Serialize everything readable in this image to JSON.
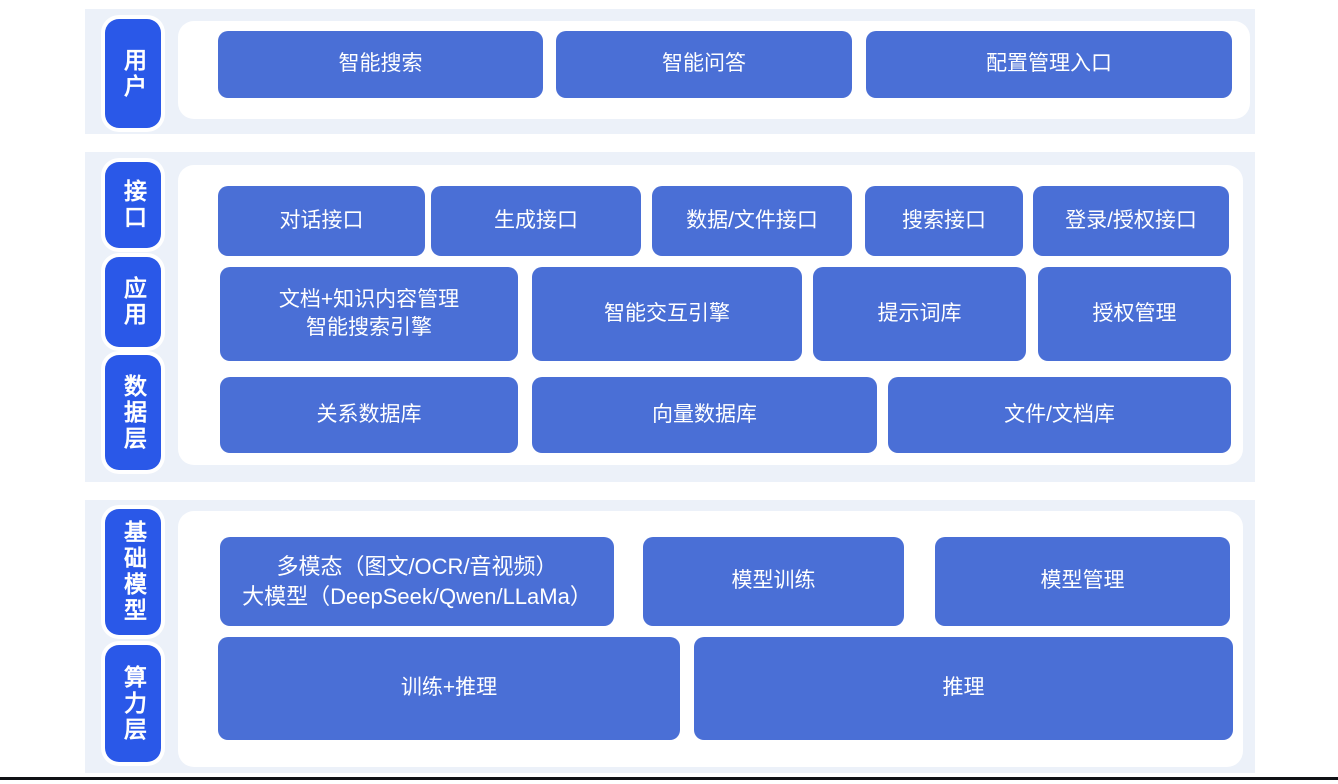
{
  "colors": {
    "layer_tab_blue": "#2a58e8",
    "block_blue": "#4a6fd6",
    "band_background": "#ecf1f9",
    "panel_background": "#ffffff",
    "text_white": "#ffffff",
    "bottom_rule": "#101216"
  },
  "user_section": {
    "tab_label": "用户",
    "blocks": [
      {
        "label": "智能搜索"
      },
      {
        "label": "智能问答"
      },
      {
        "label": "配置管理入口"
      }
    ]
  },
  "middle_section": {
    "tabs": [
      {
        "label": "接口"
      },
      {
        "label": "应用"
      },
      {
        "label": "数据层"
      }
    ],
    "interface_row": [
      {
        "label": "对话接口"
      },
      {
        "label": "生成接口"
      },
      {
        "label": "数据/文件接口"
      },
      {
        "label": "搜索接口"
      },
      {
        "label": "登录/授权接口"
      }
    ],
    "application_row": [
      {
        "line1": "文档+知识内容管理",
        "line2": "智能搜索引擎"
      },
      {
        "label": "智能交互引擎"
      },
      {
        "label": "提示词库"
      },
      {
        "label": "授权管理"
      }
    ],
    "data_row": [
      {
        "label": "关系数据库"
      },
      {
        "label": "向量数据库"
      },
      {
        "label": "文件/文档库"
      }
    ]
  },
  "foundation_section": {
    "tabs": [
      {
        "label": "基础模型"
      },
      {
        "label": "算力层"
      }
    ],
    "model_row": [
      {
        "line1": "多模态（图文/OCR/音视频）",
        "line2": "大模型（DeepSeek/Qwen/LLaMa）"
      },
      {
        "label": "模型训练"
      },
      {
        "label": "模型管理"
      }
    ],
    "compute_row": [
      {
        "label": "训练+推理"
      },
      {
        "label": "推理"
      }
    ]
  }
}
